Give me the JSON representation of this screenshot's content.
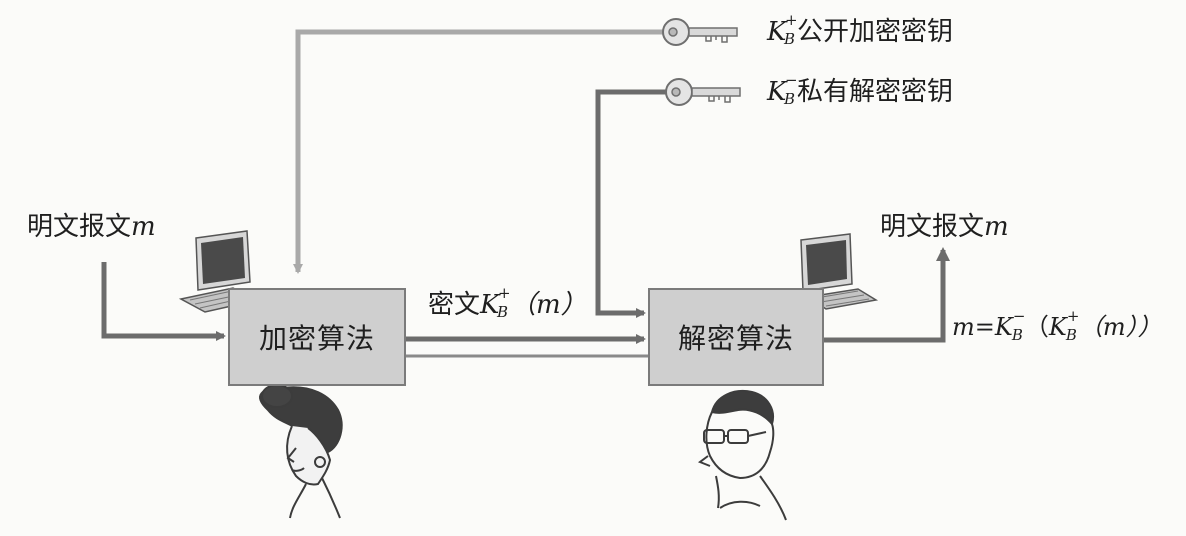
{
  "keys": {
    "public_key": {
      "symbol": "K",
      "superscript": "+",
      "subscript": "B",
      "label": "公开加密密钥"
    },
    "private_key": {
      "symbol": "K",
      "superscript": "−",
      "subscript": "B",
      "label": "私有解密密钥"
    }
  },
  "sender": {
    "plaintext_label": "明文报文",
    "plaintext_var": "m",
    "algorithm": "加密算法"
  },
  "channel": {
    "ciphertext_prefix": "密文",
    "ciphertext_arg": "（m）"
  },
  "receiver": {
    "algorithm": "解密算法",
    "plaintext_label": "明文报文",
    "plaintext_var": "m",
    "result_prefix": "m=",
    "result_mid": "（",
    "result_tail": "（m））"
  }
}
